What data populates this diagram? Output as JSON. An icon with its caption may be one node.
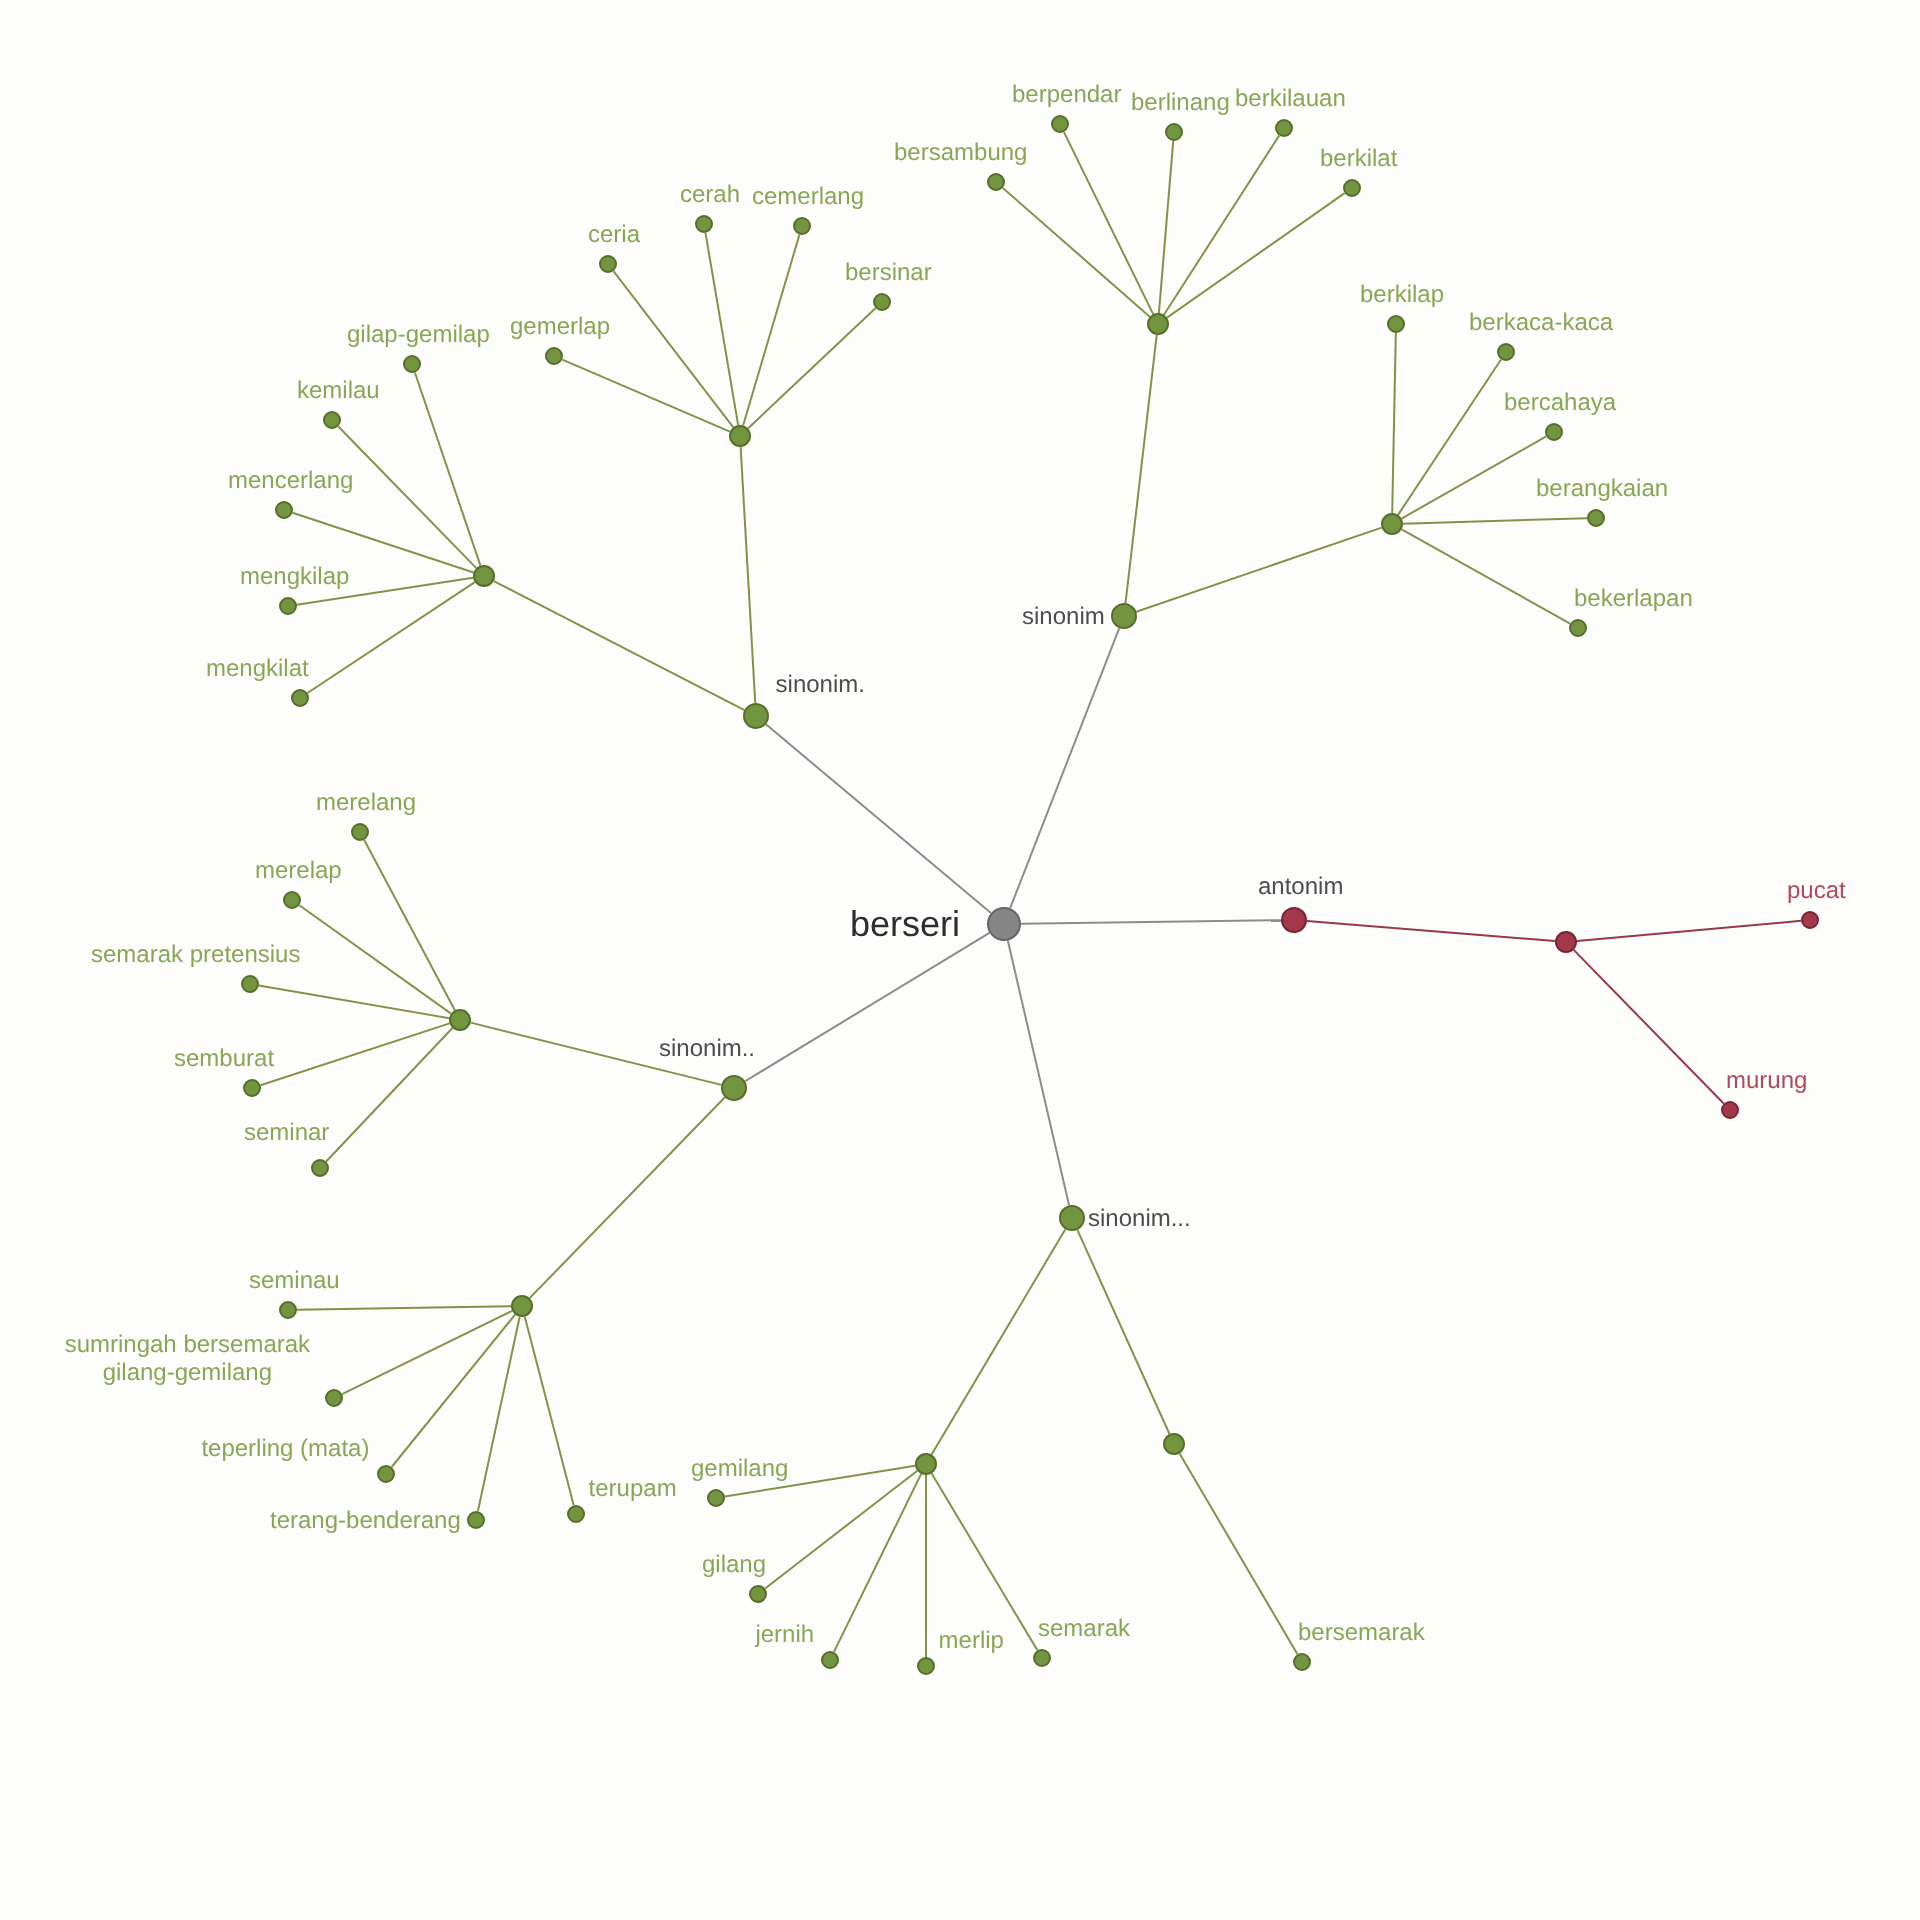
{
  "diagram": {
    "nodes": [
      {
        "text": [
          "berseri"
        ]
      },
      {
        "text": [
          "sinonim"
        ]
      },
      {
        "text": [],
        "shape": "circle"
      },
      {
        "text": [
          "bersambung"
        ]
      },
      {
        "text": [
          "berpendar"
        ]
      },
      {
        "text": [
          "berlinang"
        ]
      },
      {
        "text": [
          "berkilauan"
        ]
      },
      {
        "text": [
          "berkilat"
        ]
      },
      {
        "text": [],
        "shape": "circle"
      },
      {
        "text": [
          "berkilap"
        ]
      },
      {
        "text": [
          "berkaca-kaca"
        ]
      },
      {
        "text": [
          "bercahaya"
        ]
      },
      {
        "text": [
          "berangkaian"
        ]
      },
      {
        "text": [
          "bekerlapan"
        ]
      },
      {
        "text": [
          "sinonim."
        ]
      },
      {
        "text": [],
        "shape": "circle"
      },
      {
        "text": [
          "gemerlap"
        ]
      },
      {
        "text": [
          "ceria"
        ]
      },
      {
        "text": [
          "cerah"
        ]
      },
      {
        "text": [
          "cemerlang"
        ]
      },
      {
        "text": [
          "bersinar"
        ]
      },
      {
        "text": [],
        "shape": "circle"
      },
      {
        "text": [
          "gilap-gemilap"
        ]
      },
      {
        "text": [
          "kemilau"
        ]
      },
      {
        "text": [
          "mencerlang"
        ]
      },
      {
        "text": [
          "mengkilap"
        ]
      },
      {
        "text": [
          "mengkilat"
        ]
      },
      {
        "text": [
          "sinonim.."
        ]
      },
      {
        "text": [],
        "shape": "circle"
      },
      {
        "text": [
          "merelang"
        ]
      },
      {
        "text": [
          "merelap"
        ]
      },
      {
        "text": [
          "semarak pretensius"
        ]
      },
      {
        "text": [
          "semburat"
        ]
      },
      {
        "text": [
          "seminar"
        ]
      },
      {
        "text": [],
        "shape": "circle"
      },
      {
        "text": [
          "seminau"
        ]
      },
      {
        "text": [
          "sumringah bersemarak gilang-gemilang"
        ]
      },
      {
        "text": [
          "teperling (mata)"
        ]
      },
      {
        "text": [
          "terang-benderang"
        ]
      },
      {
        "text": [
          "terupam"
        ]
      },
      {
        "text": [
          "sinonim..."
        ]
      },
      {
        "text": [],
        "shape": "circle"
      },
      {
        "text": [
          "gemilang"
        ]
      },
      {
        "text": [
          "gilang"
        ]
      },
      {
        "text": [
          "jernih"
        ]
      },
      {
        "text": [
          "merlip"
        ]
      },
      {
        "text": [
          "semarak"
        ]
      },
      {
        "text": [],
        "shape": "circle"
      },
      {
        "text": [
          "bersemarak"
        ]
      },
      {
        "text": [
          "antonim"
        ]
      },
      {
        "text": [],
        "shape": "circle"
      },
      {
        "text": [
          "pucat"
        ]
      },
      {
        "text": [
          "murung"
        ]
      }
    ],
    "edges": [
      {
        "from": 0,
        "to": 1,
        "arrow": "none",
        "color": "#8c8c8c"
      },
      {
        "from": 1,
        "to": 2,
        "arrow": "none"
      },
      {
        "from": 2,
        "to": 3,
        "arrow": "none"
      },
      {
        "from": 2,
        "to": 4,
        "arrow": "none"
      },
      {
        "from": 2,
        "to": 5,
        "arrow": "none"
      },
      {
        "from": 2,
        "to": 6,
        "arrow": "none"
      },
      {
        "from": 2,
        "to": 7,
        "arrow": "none"
      },
      {
        "from": 1,
        "to": 8,
        "arrow": "none"
      },
      {
        "from": 8,
        "to": 9,
        "arrow": "none"
      },
      {
        "from": 8,
        "to": 10,
        "arrow": "none"
      },
      {
        "from": 8,
        "to": 11,
        "arrow": "none"
      },
      {
        "from": 8,
        "to": 12,
        "arrow": "none"
      },
      {
        "from": 8,
        "to": 13,
        "arrow": "none"
      },
      {
        "from": 0,
        "to": 14,
        "arrow": "none",
        "color": "#8c8c8c"
      },
      {
        "from": 14,
        "to": 15,
        "arrow": "none"
      },
      {
        "from": 15,
        "to": 16,
        "arrow": "none"
      },
      {
        "from": 15,
        "to": 17,
        "arrow": "none"
      },
      {
        "from": 15,
        "to": 18,
        "arrow": "none"
      },
      {
        "from": 15,
        "to": 19,
        "arrow": "none"
      },
      {
        "from": 15,
        "to": 20,
        "arrow": "none"
      },
      {
        "from": 14,
        "to": 21,
        "arrow": "none"
      },
      {
        "from": 21,
        "to": 22,
        "arrow": "none"
      },
      {
        "from": 21,
        "to": 23,
        "arrow": "none"
      },
      {
        "from": 21,
        "to": 24,
        "arrow": "none"
      },
      {
        "from": 21,
        "to": 25,
        "arrow": "none"
      },
      {
        "from": 21,
        "to": 26,
        "arrow": "none"
      },
      {
        "from": 0,
        "to": 27,
        "arrow": "none",
        "color": "#8c8c8c"
      },
      {
        "from": 27,
        "to": 28,
        "arrow": "none"
      },
      {
        "from": 28,
        "to": 29,
        "arrow": "none"
      },
      {
        "from": 28,
        "to": 30,
        "arrow": "none"
      },
      {
        "from": 28,
        "to": 31,
        "arrow": "none"
      },
      {
        "from": 28,
        "to": 32,
        "arrow": "none"
      },
      {
        "from": 28,
        "to": 33,
        "arrow": "none"
      },
      {
        "from": 27,
        "to": 34,
        "arrow": "none"
      },
      {
        "from": 34,
        "to": 35,
        "arrow": "none"
      },
      {
        "from": 34,
        "to": 36,
        "arrow": "none"
      },
      {
        "from": 34,
        "to": 37,
        "arrow": "none"
      },
      {
        "from": 34,
        "to": 38,
        "arrow": "none"
      },
      {
        "from": 34,
        "to": 39,
        "arrow": "none"
      },
      {
        "from": 0,
        "to": 40,
        "arrow": "none",
        "color": "#8c8c8c"
      },
      {
        "from": 40,
        "to": 41,
        "arrow": "none"
      },
      {
        "from": 41,
        "to": 42,
        "arrow": "none"
      },
      {
        "from": 41,
        "to": 43,
        "arrow": "none"
      },
      {
        "from": 41,
        "to": 44,
        "arrow": "none"
      },
      {
        "from": 41,
        "to": 45,
        "arrow": "none"
      },
      {
        "from": 41,
        "to": 46,
        "arrow": "none"
      },
      {
        "from": 40,
        "to": 47,
        "arrow": "none"
      },
      {
        "from": 47,
        "to": 48,
        "arrow": "none"
      },
      {
        "from": 0,
        "to": 49,
        "arrow": "none",
        "color": "#8c8c8c"
      },
      {
        "from": 49,
        "to": 50,
        "arrow": "none",
        "color": "#9a3848"
      },
      {
        "from": 50,
        "to": 51,
        "arrow": "none",
        "color": "#9a3848"
      },
      {
        "from": 50,
        "to": 52,
        "arrow": "none",
        "color": "#9a3848"
      }
    ]
  }
}
